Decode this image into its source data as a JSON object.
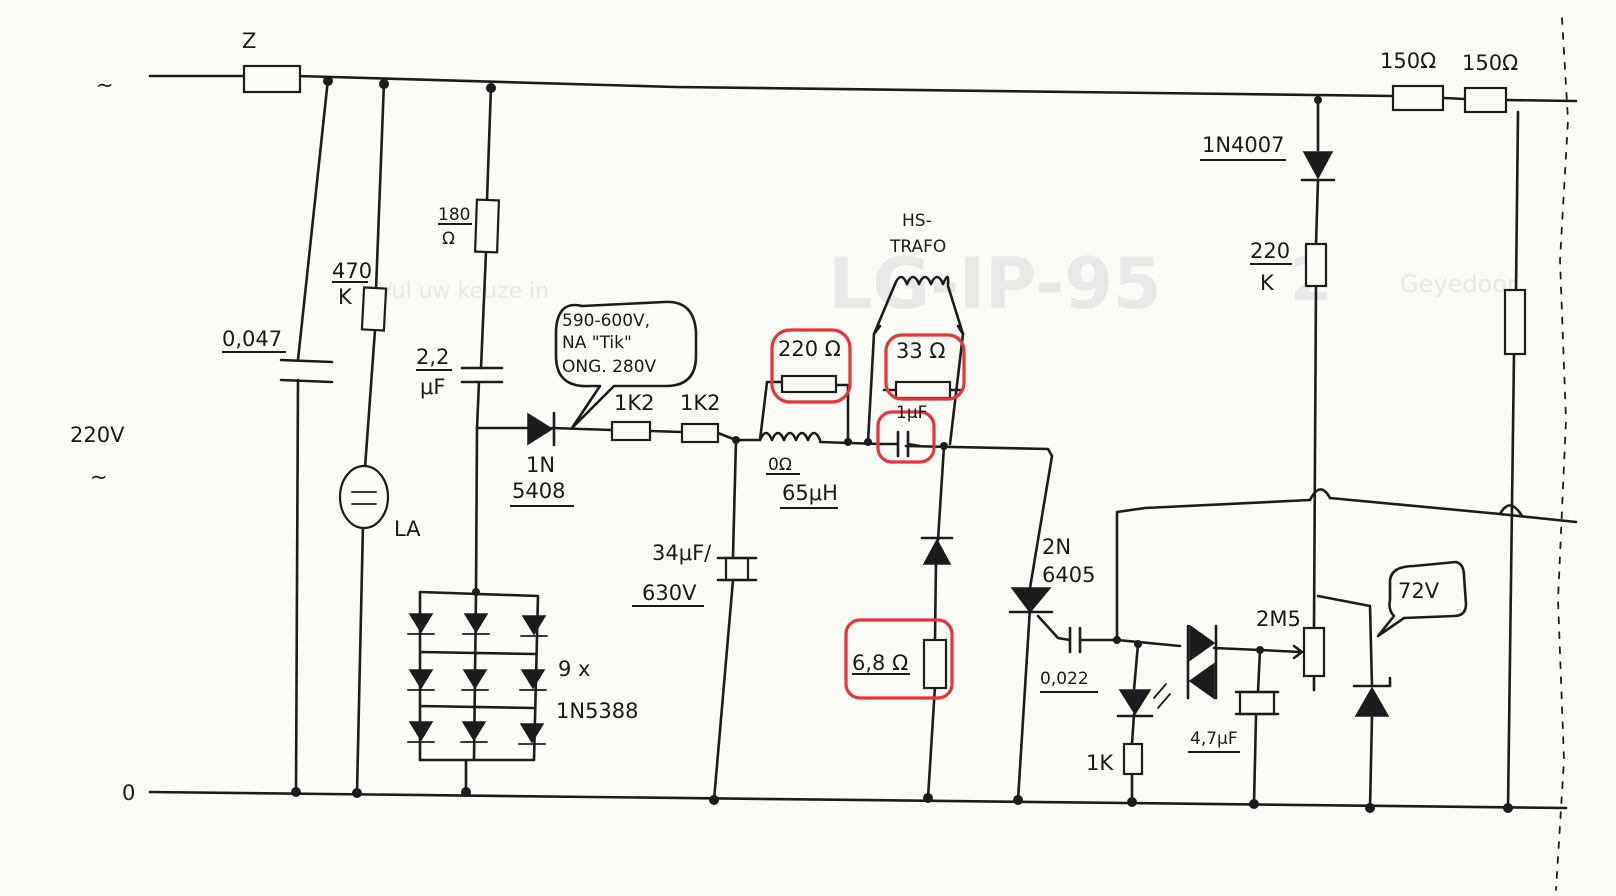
{
  "labels": {
    "fuse": "Z",
    "mains_in": "~",
    "ground": "0",
    "mains_voltage": "220V",
    "mains_voltage_sym": "~",
    "c1": "0,047",
    "r1_top": "470",
    "r1_bot": "K",
    "lamp": "LA",
    "r2_top": "180",
    "r2_bot": "Ω",
    "c2_top": "2,2",
    "c2_bot": "μF",
    "bubble_l1": "590-600V,",
    "bubble_l2": "NA \"Tik\"",
    "bubble_l3": "ONG. 280V",
    "d1_top": "1N",
    "d1_bot": "5408",
    "r3": "1K2",
    "r4": "1K2",
    "r_red1": "220 Ω",
    "coil_top": "0Ω",
    "coil_bot": "65μH",
    "trafo_l1": "HS-",
    "trafo_l2": "TRAFO",
    "r_red2": "33 Ω",
    "c_red": "1μF",
    "c3_top": "34μF/",
    "c3_bot": "630V",
    "diodes_top": "9 x",
    "diodes_bot": "1N5388",
    "r_red3": "6,8 Ω",
    "transistor_top": "2N",
    "transistor_bot": "6405",
    "c4": "0,022",
    "r5": "1K",
    "c5": "4,7μF",
    "pot": "2M5",
    "bubble2": "72V",
    "d_top": "1N4007",
    "r6_top": "220",
    "r6_bot": "K",
    "r7": "150Ω",
    "r8": "150Ω"
  },
  "background_print": {
    "line1": "LG-IP-95",
    "line2": "Vul uw keuze in",
    "line3": "2",
    "line4": "Geyedoor"
  },
  "colors": {
    "ink": "#1c1c1c",
    "highlight": "#e8333a",
    "paper": "#fbfbf8"
  }
}
